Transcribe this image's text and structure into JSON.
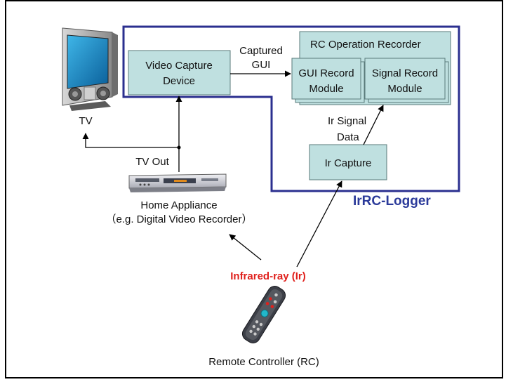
{
  "tv": {
    "label": "TV"
  },
  "tv_out": {
    "label": "TV Out"
  },
  "video_capture": {
    "line1": "Video Capture",
    "line2": "Device"
  },
  "captured_gui": {
    "line1": "Captured",
    "line2": "GUI"
  },
  "rc_operation_recorder": {
    "label": "RC Operation Recorder"
  },
  "gui_record_module": {
    "line1": "GUI Record",
    "line2": "Module"
  },
  "signal_record_module": {
    "line1": "Signal Record",
    "line2": "Module"
  },
  "ir_signal_data": {
    "line1": "Ir Signal",
    "line2": "Data"
  },
  "ir_capture": {
    "label": "Ir Capture"
  },
  "irrc_logger": {
    "label": "IrRC-Logger"
  },
  "home_appliance": {
    "line1": "Home Appliance",
    "line2": "（e.g. Digital Video Recorder）"
  },
  "infrared_ray": {
    "label": "Infrared-ray (Ir)"
  },
  "remote_controller": {
    "label": "Remote Controller (RC)"
  },
  "colors": {
    "box_fill": "#bfe0e0",
    "logger_border": "#2b2f8f",
    "logger_text": "#2b3a9a",
    "infrared_text": "#e0201c"
  }
}
